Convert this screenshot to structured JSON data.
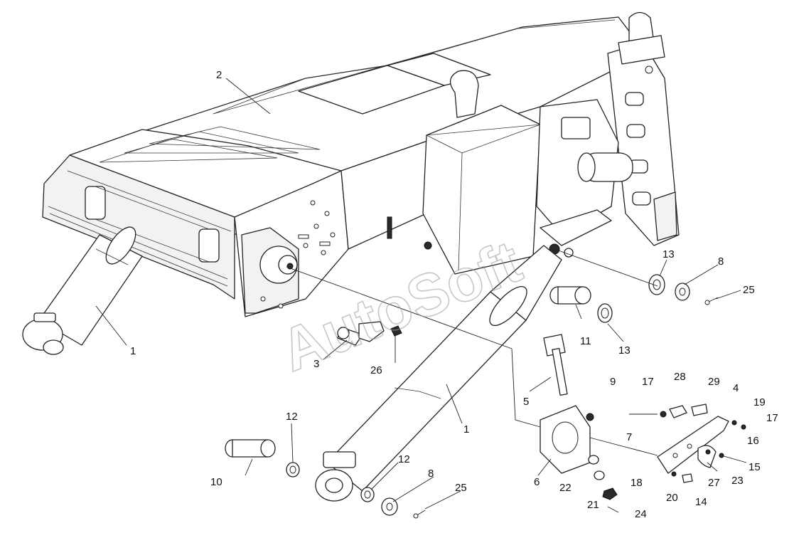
{
  "watermark": "AutoSoft",
  "callouts": [
    {
      "id": "c1a",
      "text": "1"
    },
    {
      "id": "c1b",
      "text": "1"
    },
    {
      "id": "c2",
      "text": "2"
    },
    {
      "id": "c3",
      "text": "3"
    },
    {
      "id": "c4",
      "text": "4"
    },
    {
      "id": "c5",
      "text": "5"
    },
    {
      "id": "c6",
      "text": "6"
    },
    {
      "id": "c7",
      "text": "7"
    },
    {
      "id": "c8a",
      "text": "8"
    },
    {
      "id": "c8b",
      "text": "8"
    },
    {
      "id": "c9",
      "text": "9"
    },
    {
      "id": "c10",
      "text": "10"
    },
    {
      "id": "c11",
      "text": "11"
    },
    {
      "id": "c12a",
      "text": "12"
    },
    {
      "id": "c12b",
      "text": "12"
    },
    {
      "id": "c13a",
      "text": "13"
    },
    {
      "id": "c13b",
      "text": "13"
    },
    {
      "id": "c14",
      "text": "14"
    },
    {
      "id": "c15",
      "text": "15"
    },
    {
      "id": "c16",
      "text": "16"
    },
    {
      "id": "c17a",
      "text": "17"
    },
    {
      "id": "c17b",
      "text": "17"
    },
    {
      "id": "c18",
      "text": "18"
    },
    {
      "id": "c19",
      "text": "19"
    },
    {
      "id": "c20",
      "text": "20"
    },
    {
      "id": "c21",
      "text": "21"
    },
    {
      "id": "c22",
      "text": "22"
    },
    {
      "id": "c23",
      "text": "23"
    },
    {
      "id": "c24",
      "text": "24"
    },
    {
      "id": "c25a",
      "text": "25"
    },
    {
      "id": "c25b",
      "text": "25"
    },
    {
      "id": "c26",
      "text": "26"
    },
    {
      "id": "c27",
      "text": "27"
    },
    {
      "id": "c28",
      "text": "28"
    },
    {
      "id": "c29",
      "text": "29"
    }
  ]
}
